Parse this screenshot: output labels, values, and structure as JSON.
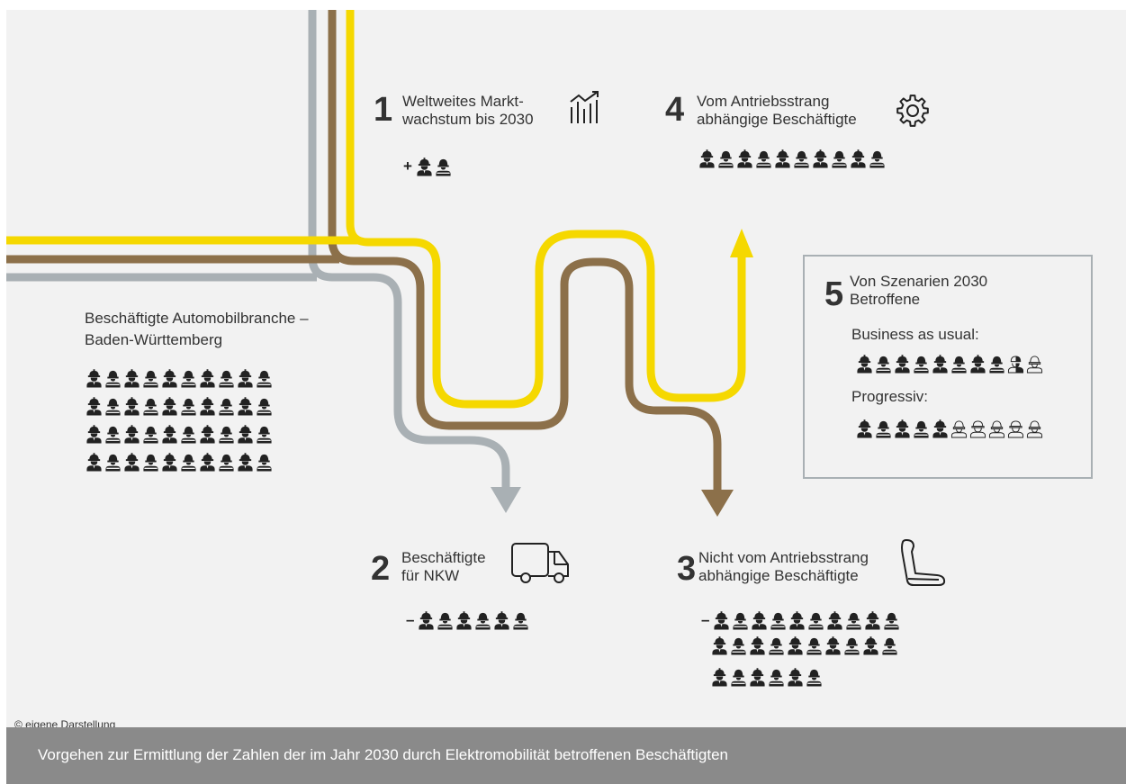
{
  "colors": {
    "yellow": "#f5d800",
    "brown": "#8c704a",
    "grey": "#a9b0b4",
    "background": "#f2f2f2",
    "caption_bg": "#8a8a8a"
  },
  "bw": {
    "label": "Beschäftigte Automobilbranche –\nBaden-Württemberg",
    "rows": [
      10,
      10,
      10,
      10
    ]
  },
  "step1": {
    "number": "1",
    "title": "Weltweites Markt-\nwachstum bis 2030",
    "prefix": "+",
    "filled": 2,
    "outline": 0,
    "icon": "growth-chart-icon"
  },
  "step2": {
    "number": "2",
    "title": "Beschäftigte\nfür NKW",
    "prefix": "–",
    "filled": 6,
    "outline": 0,
    "icon": "truck-icon"
  },
  "step3": {
    "number": "3",
    "title": "Nicht vom Antriebsstrang\nabhängige Beschäftigte",
    "prefix": "–",
    "rows": [
      10,
      10,
      6
    ],
    "icon": "car-seat-icon"
  },
  "step4": {
    "number": "4",
    "title": "Vom Antriebsstrang\nabhängige Beschäftigte",
    "filled": 10,
    "outline": 0,
    "icon": "gear-icon"
  },
  "step5": {
    "number": "5",
    "title": "Von Szenarien 2030\nBetroffene",
    "scenarios": [
      {
        "label": "Business as usual:",
        "filled": 8,
        "partial": 1,
        "outline": 1
      },
      {
        "label": "Progressiv:",
        "filled": 5,
        "partial": 0,
        "outline": 5
      }
    ]
  },
  "credit": "© eigene Darstellung",
  "caption": "Vorgehen zur Ermittlung der Zahlen der im Jahr 2030 durch Elektromobilität betroffenen Beschäftigten"
}
